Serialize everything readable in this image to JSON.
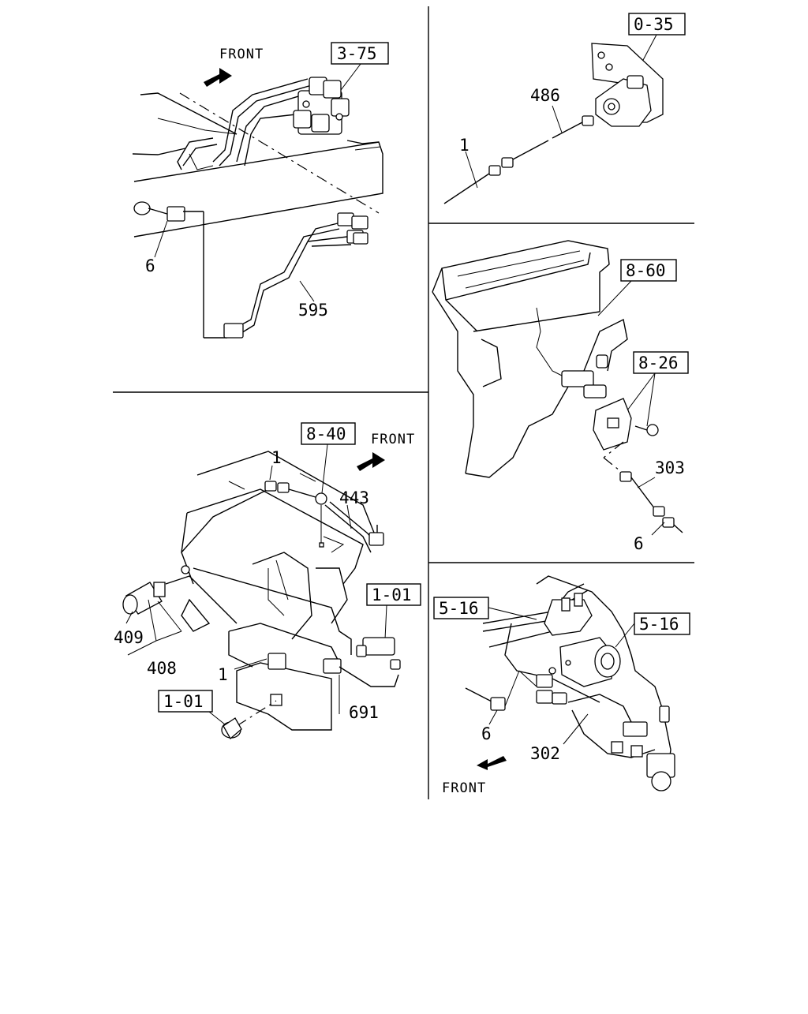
{
  "panels": {
    "top_left": {
      "front": "FRONT",
      "ref_box": "3-75",
      "callouts": [
        "6",
        "595"
      ]
    },
    "top_right": {
      "ref_box": "0-35",
      "callouts": [
        "486",
        "1"
      ]
    },
    "middle_right": {
      "ref_boxes": [
        "8-60",
        "8-26"
      ],
      "callouts": [
        "303",
        "6"
      ]
    },
    "bottom_left": {
      "front": "FRONT",
      "ref_boxes": [
        "8-40",
        "1-01",
        "1-01"
      ],
      "callouts": [
        "1",
        "443",
        "409",
        "408",
        "1",
        "691"
      ]
    },
    "bottom_right": {
      "front": "FRONT",
      "ref_boxes": [
        "5-16",
        "5-16"
      ],
      "callouts": [
        "6",
        "302"
      ]
    }
  }
}
